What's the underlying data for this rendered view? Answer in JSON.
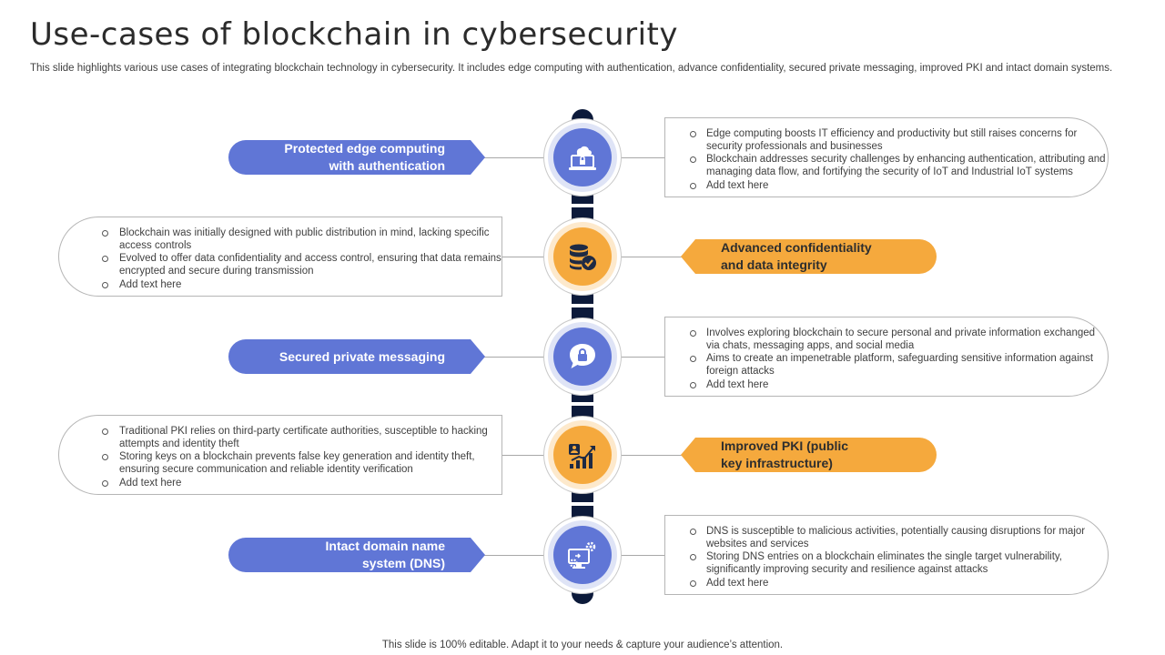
{
  "title": "Use-cases of blockchain in cybersecurity",
  "subtitle": "This slide highlights various use cases of integrating blockchain technology in cybersecurity. It includes edge computing with authentication, advance confidentiality, secured private messaging, improved PKI and intact domain systems.",
  "footer": "This slide is 100% editable. Adapt it to your needs & capture your audience’s attention.",
  "colors": {
    "blue": "#6076d6",
    "orange": "#f5a93d",
    "spine": "#0c1a3a"
  },
  "use_cases": [
    {
      "label_line1": "Protected edge computing",
      "label_line2": "with authentication",
      "icon": "laptop-cloud-icon",
      "points": [
        "Edge computing boosts IT efficiency and productivity but still raises concerns for security professionals and businesses",
        "Blockchain addresses security challenges by enhancing authentication, attributing and managing data flow, and fortifying the security of IoT and Industrial IoT systems",
        "Add text here"
      ]
    },
    {
      "label_line1": "Advanced confidentiality",
      "label_line2": "and data integrity",
      "icon": "database-check-icon",
      "points": [
        "Blockchain was initially designed with public distribution in mind, lacking specific access controls",
        "Evolved to offer data confidentiality and access control, ensuring that data remains encrypted and secure during transmission",
        "Add text here"
      ]
    },
    {
      "label_line1": "Secured private messaging",
      "label_line2": "",
      "icon": "chat-lock-icon",
      "points": [
        "Involves exploring blockchain to secure personal and private information exchanged via chats, messaging apps, and social media",
        "Aims to create an impenetrable platform, safeguarding sensitive information against foreign attacks",
        "Add text here"
      ]
    },
    {
      "label_line1": "Improved PKI (public",
      "label_line2": "key infrastructure)",
      "icon": "user-growth-chart-icon",
      "points": [
        "Traditional PKI relies on third-party certificate authorities, susceptible to hacking attempts and identity theft",
        "Storing keys on a blockchain prevents false key generation and identity theft, ensuring secure communication and reliable identity verification",
        "Add text here"
      ]
    },
    {
      "label_line1": "Intact domain name",
      "label_line2": "system (DNS)",
      "icon": "monitor-gear-icon",
      "points": [
        "DNS is susceptible to malicious activities, potentially causing disruptions for major websites and services",
        "Storing DNS entries on a blockchain eliminates the single target vulnerability, significantly improving security and resilience against attacks",
        "Add text here"
      ]
    }
  ]
}
